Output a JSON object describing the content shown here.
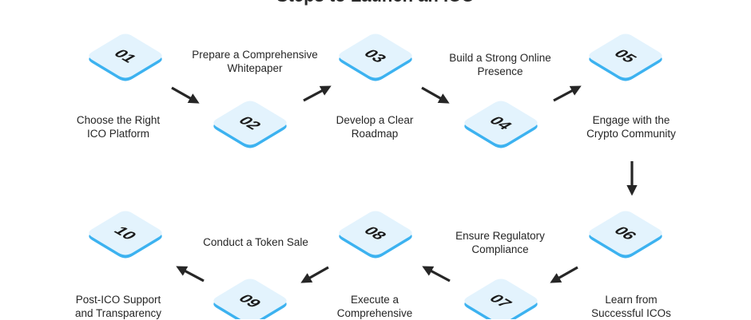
{
  "title": "Steps to Launch an ICO",
  "colors": {
    "tile_face": "#e3f3fd",
    "tile_edge": "#3cb2f0",
    "text": "#262626",
    "arrow": "#262626"
  },
  "steps": [
    {
      "number": "01",
      "label_line1": "Choose the Right",
      "label_line2": "ICO Platform"
    },
    {
      "number": "02",
      "label_line1": "Prepare a Comprehensive",
      "label_line2": "Whitepaper"
    },
    {
      "number": "03",
      "label_line1": "Develop a Clear",
      "label_line2": "Roadmap"
    },
    {
      "number": "04",
      "label_line1": "Build a Strong Online",
      "label_line2": "Presence"
    },
    {
      "number": "05",
      "label_line1": "Engage with the",
      "label_line2": "Crypto Community"
    },
    {
      "number": "06",
      "label_line1": "Learn from",
      "label_line2": "Successful ICOs"
    },
    {
      "number": "07",
      "label_line1": "Ensure Regulatory",
      "label_line2": "Compliance"
    },
    {
      "number": "08",
      "label_line1": "Execute a",
      "label_line2": "Comprehensive"
    },
    {
      "number": "09",
      "label_line1": "Conduct a Token Sale",
      "label_line2": ""
    },
    {
      "number": "10",
      "label_line1": "Post-ICO Support",
      "label_line2": "and Transparency"
    }
  ]
}
